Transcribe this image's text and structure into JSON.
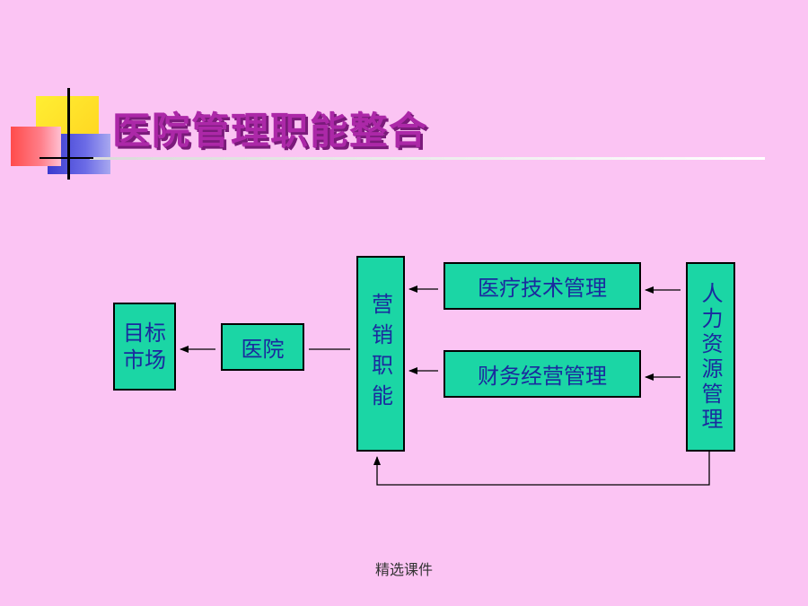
{
  "slide": {
    "title": "医院管理职能整合",
    "footer": "精选课件"
  },
  "diagram": {
    "nodes": {
      "market": "目标市场",
      "hospital": "医院",
      "marketing": "营销职能",
      "medtech": "医疗技术管理",
      "finance": "财务经营管理",
      "hr": "人力资源管理"
    }
  },
  "colors": {
    "background": "#FBC4F3",
    "node_fill": "#1BD6A5",
    "node_text": "#1A2A9E",
    "title": "#AC28A8"
  }
}
